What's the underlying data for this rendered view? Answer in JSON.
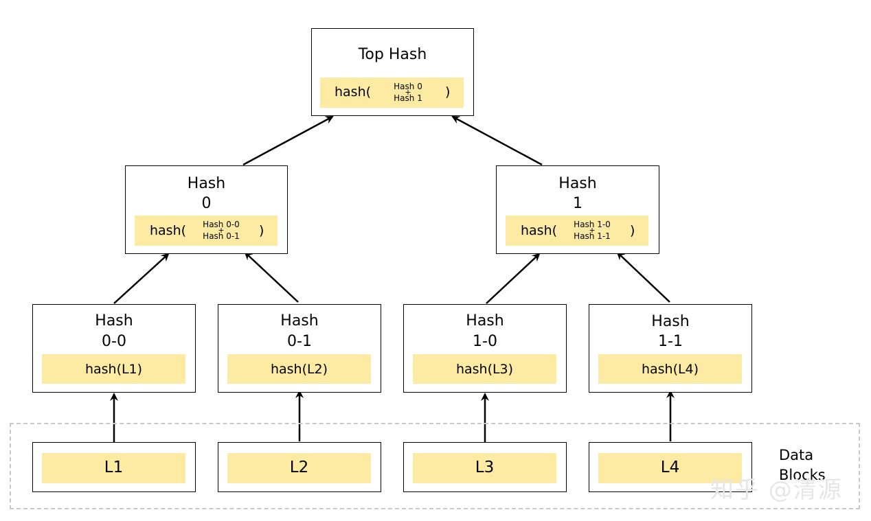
{
  "top_hash": {
    "title": "Top Hash",
    "func": "hash(",
    "input_a": "Hash 0",
    "plus": "+",
    "input_b": "Hash 1",
    "close": ")"
  },
  "hash0": {
    "title_line1": "Hash",
    "title_line2": "0",
    "func": "hash(",
    "input_a": "Hash 0-0",
    "plus": "+",
    "input_b": "Hash 0-1",
    "close": ")"
  },
  "hash1": {
    "title_line1": "Hash",
    "title_line2": "1",
    "func": "hash(",
    "input_a": "Hash 1-0",
    "plus": "+",
    "input_b": "Hash 1-1",
    "close": ")"
  },
  "leaf_hashes": [
    {
      "line1": "Hash",
      "line2": "0-0",
      "value": "hash(L1)"
    },
    {
      "line1": "Hash",
      "line2": "0-1",
      "value": "hash(L2)"
    },
    {
      "line1": "Hash",
      "line2": "1-0",
      "value": "hash(L3)"
    },
    {
      "line1": "Hash",
      "line2": "1-1",
      "value": "hash(L4)"
    }
  ],
  "data_blocks": {
    "label_line1": "Data",
    "label_line2": "Blocks",
    "items": [
      "L1",
      "L2",
      "L3",
      "L4"
    ]
  },
  "watermark": "知乎 @清源",
  "colors": {
    "highlight": "#fdeaa3",
    "border": "#000000",
    "dashed_region": "#c8c8c8"
  }
}
